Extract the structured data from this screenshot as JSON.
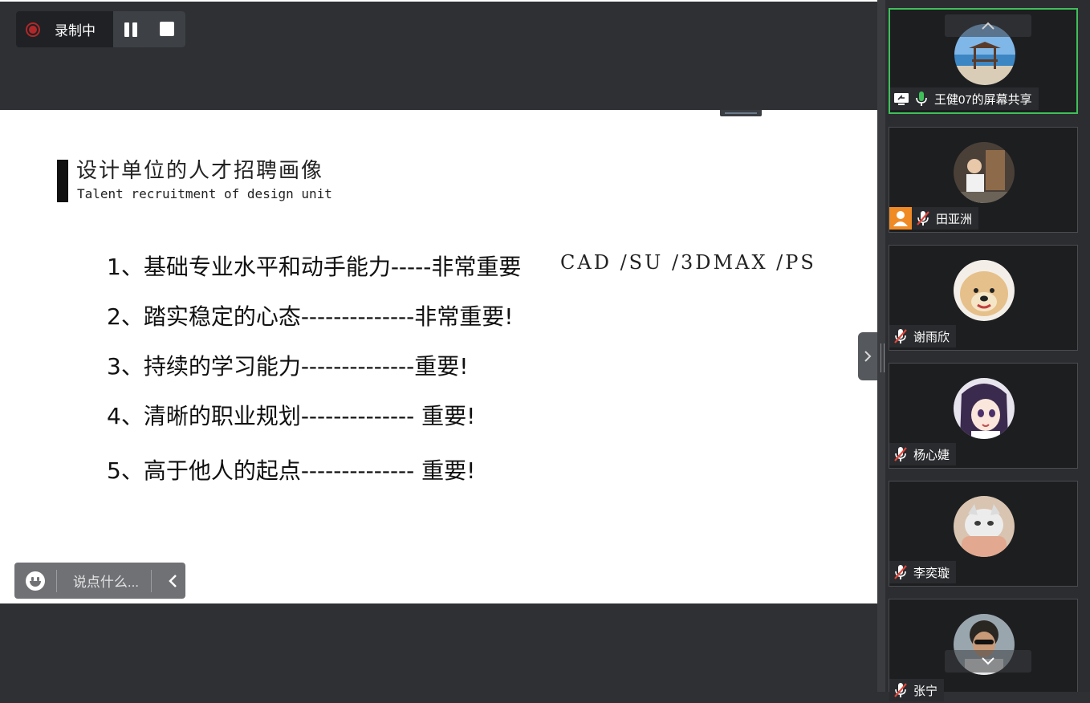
{
  "recorder": {
    "status_label": "录制中",
    "pause_icon": "pause-icon",
    "stop_icon": "stop-icon",
    "record_color": "#b0282a"
  },
  "slide": {
    "title_cn": "设计单位的人才招聘画像",
    "title_en": "Talent recruitment of design unit",
    "items": [
      "1、基础专业水平和动手能力-----非常重要",
      "2、踏实稳定的心态--------------非常重要!",
      "3、持续的学习能力--------------重要!",
      "4、清晰的职业规划-------------- 重要!",
      "5、高于他人的起点-------------- 重要!"
    ],
    "software": "CAD /SU /3DMAX /PS"
  },
  "chat": {
    "placeholder": "说点什么...",
    "emoji_icon": "emoji-icon",
    "collapse_icon": "chevron-left-icon"
  },
  "participants": [
    {
      "name": "王健07的屏幕共享",
      "mic": "on",
      "sharing": true,
      "active": true
    },
    {
      "name": "田亚洲",
      "mic": "muted",
      "host_badge": true
    },
    {
      "name": "谢雨欣",
      "mic": "muted"
    },
    {
      "name": "杨心婕",
      "mic": "muted"
    },
    {
      "name": "李奕璇",
      "mic": "muted"
    },
    {
      "name": "张宁",
      "mic": "muted"
    }
  ],
  "colors": {
    "active_border": "#3fbf5a",
    "mic_on": "#3fbf5a",
    "mic_muted": "#e0463b",
    "host_badge": "#f08a24"
  }
}
